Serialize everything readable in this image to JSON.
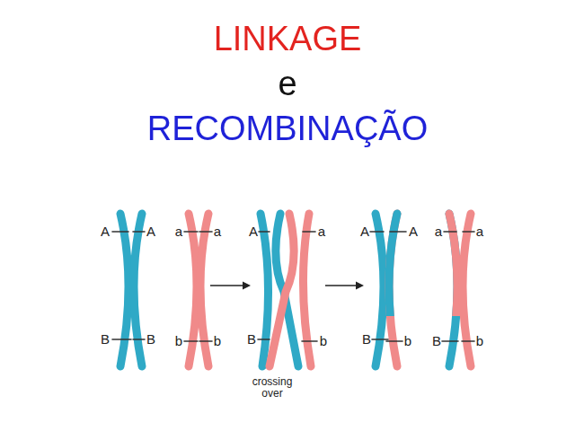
{
  "diagram": {
    "title": "LINKAGE e RECOMBINAÇÃO",
    "labels": [
      "A",
      "A",
      "a",
      "a",
      "B",
      "B",
      "b",
      "b",
      "A",
      "a",
      "B",
      "b",
      "crossing over",
      "A",
      "A",
      "a",
      "a",
      "B",
      "b",
      "B",
      "b"
    ]
  }
}
